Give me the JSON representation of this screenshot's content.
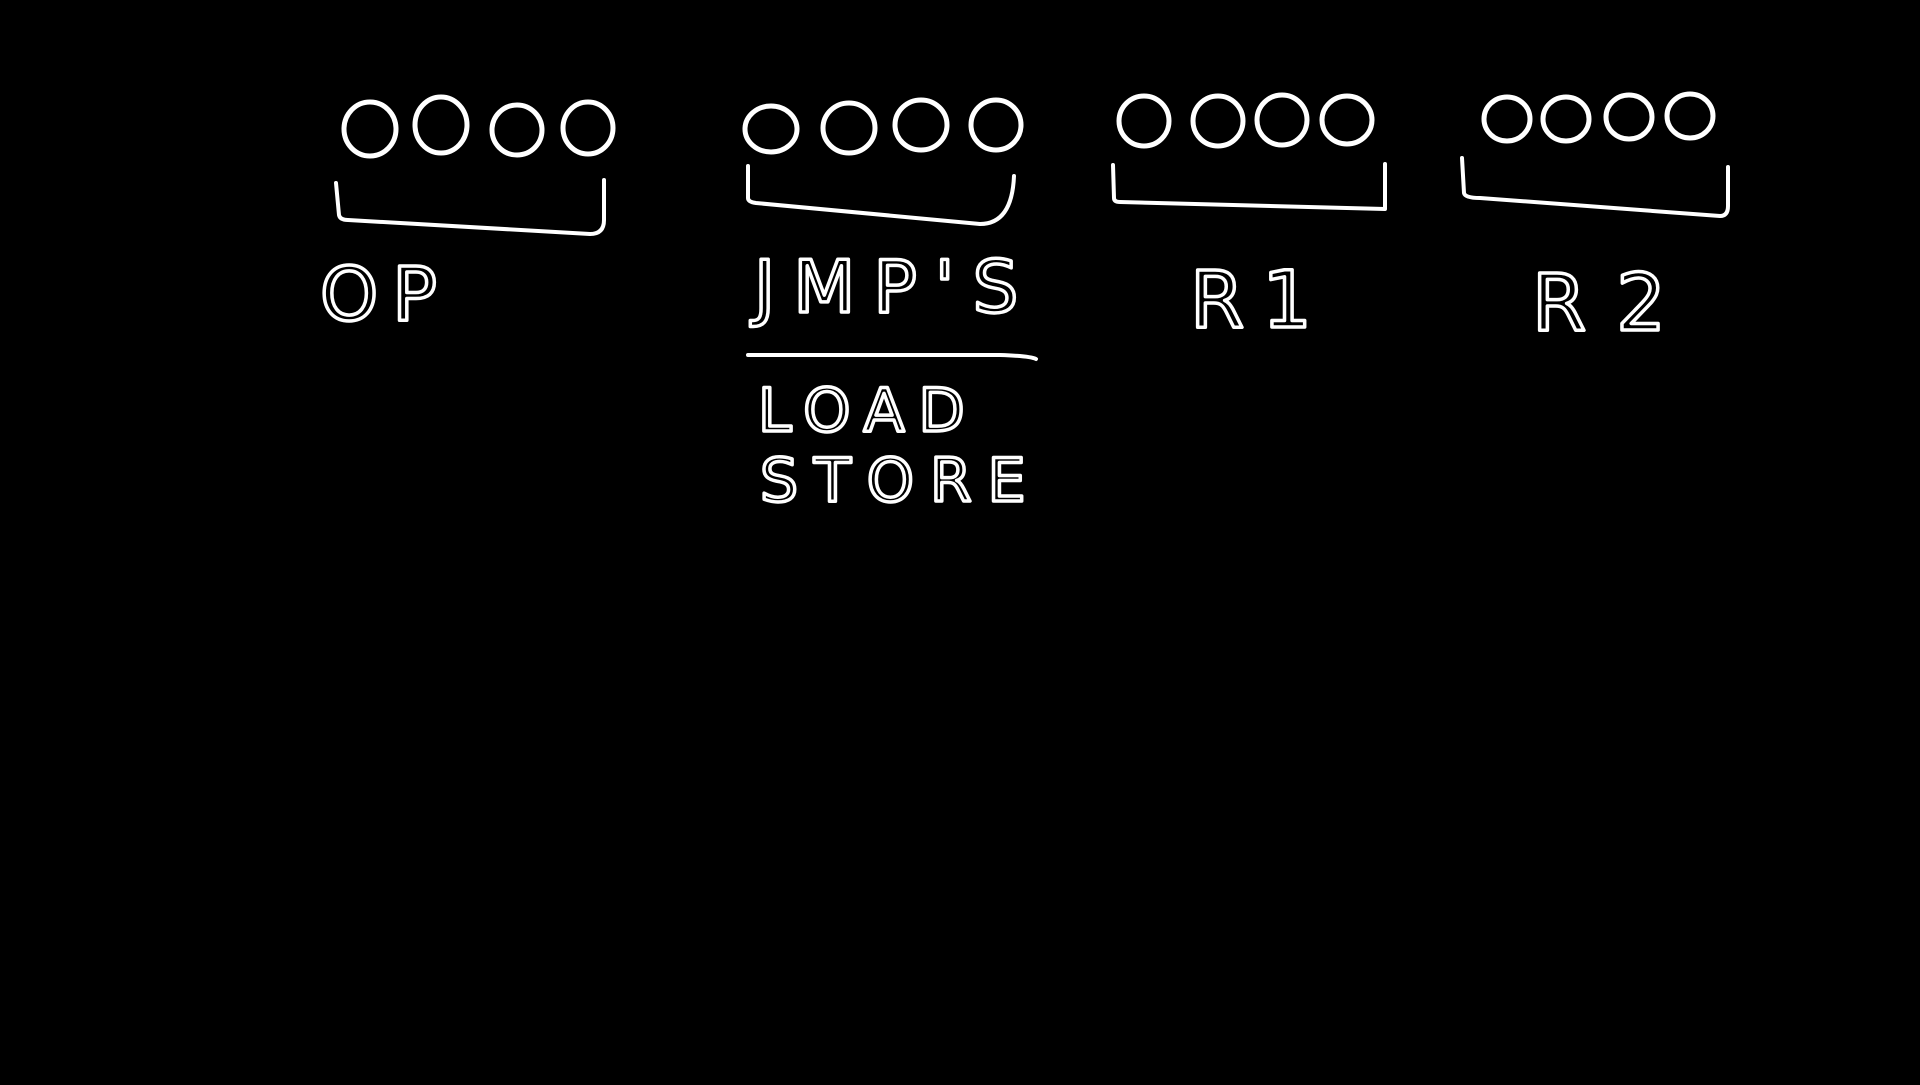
{
  "diagram": {
    "fields": [
      {
        "label": "OP",
        "bits": [
          "0",
          "0",
          "0",
          "0"
        ]
      },
      {
        "label": "JMP'S",
        "bits": [
          "0",
          "0",
          "0",
          "0"
        ],
        "sub_labels": [
          "LOAD",
          "STORE"
        ]
      },
      {
        "label": "R1",
        "bits": [
          "0",
          "0",
          "0",
          "0"
        ]
      },
      {
        "label": "R2",
        "bits": [
          "0",
          "0",
          "0",
          "0"
        ]
      }
    ],
    "colors": {
      "background": "#000000",
      "ink": "#ffffff"
    }
  }
}
